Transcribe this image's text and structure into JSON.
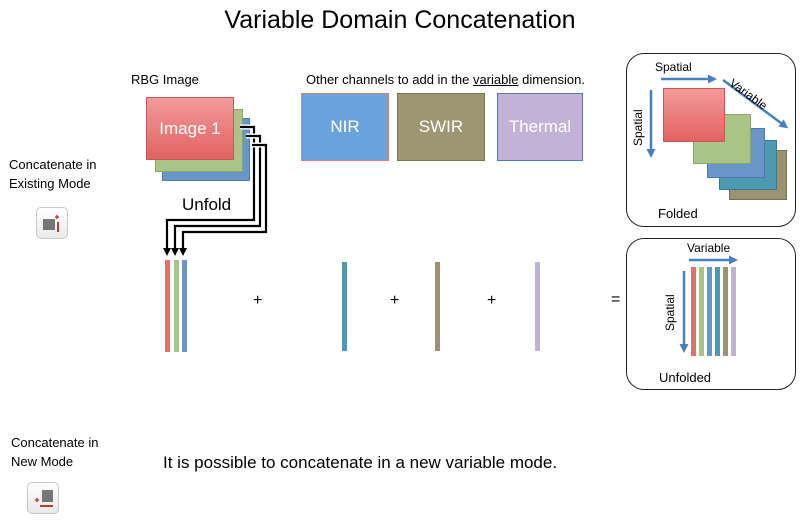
{
  "title": "Variable Domain Concatenation",
  "rgb_label": "RBG Image",
  "image_label": "Image 1",
  "unfold_label": "Unfold",
  "channels_text": {
    "prefix": "Other channels to add in the ",
    "emph": "variable",
    "suffix": " dimension."
  },
  "channels": [
    {
      "label": "NIR",
      "color": "#6aa3dc"
    },
    {
      "label": "SWIR",
      "color": "#9e9670"
    },
    {
      "label": "Thermal",
      "color": "#c2b3d6"
    }
  ],
  "stack_colors": {
    "red": "#e96b6b",
    "green": "#a9c487",
    "teal": "#4c9ab0",
    "blue": "#6a95c9",
    "olive": "#9a9270",
    "lavender": "#bfb2d4"
  },
  "existing_mode": {
    "line1": "Concatenate in",
    "line2": "Existing Mode"
  },
  "new_mode": {
    "line1": "Concatenate in",
    "line2": "New Mode"
  },
  "operators": {
    "plus": "+",
    "equals": "="
  },
  "folded": {
    "spatial_top": "Spatial",
    "variable": "Variable",
    "spatial_left": "Spatial",
    "caption": "Folded"
  },
  "unfolded": {
    "variable": "Variable",
    "spatial": "Spatial",
    "caption": "Unfolded"
  },
  "note": "It is possible to concatenate in a new variable mode.",
  "icons": {
    "existing_mode": "concatenate-existing-mode-icon",
    "new_mode": "concatenate-new-mode-icon"
  },
  "arrow_color": "#4a7fbf"
}
